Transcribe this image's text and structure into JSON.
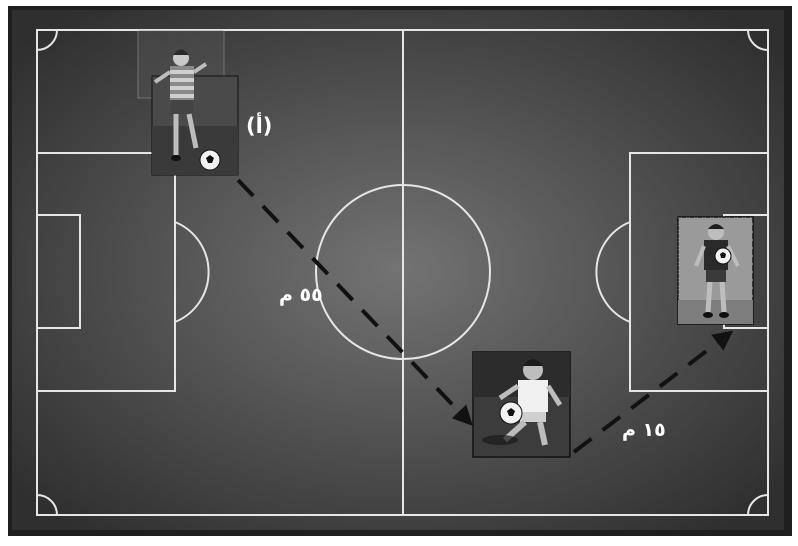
{
  "diagram": {
    "colors": {
      "frame": "#1f1f1f",
      "pitch_center": "#6e6e6e",
      "pitch_edge": "#2e2e2e",
      "lines": "#e6e6e6",
      "arrow": "#111111"
    },
    "labels": {
      "player_a": "(أ)",
      "distance_1": "٥٥ م",
      "distance_2": "١٥ م"
    },
    "figures": [
      {
        "id": "player-a",
        "description_icon": "child-kicking-ball-photo"
      },
      {
        "id": "player-b",
        "description_icon": "child-running-with-ball-photo"
      },
      {
        "id": "goalkeeper",
        "description_icon": "child-holding-ball-in-goal-photo"
      }
    ]
  }
}
